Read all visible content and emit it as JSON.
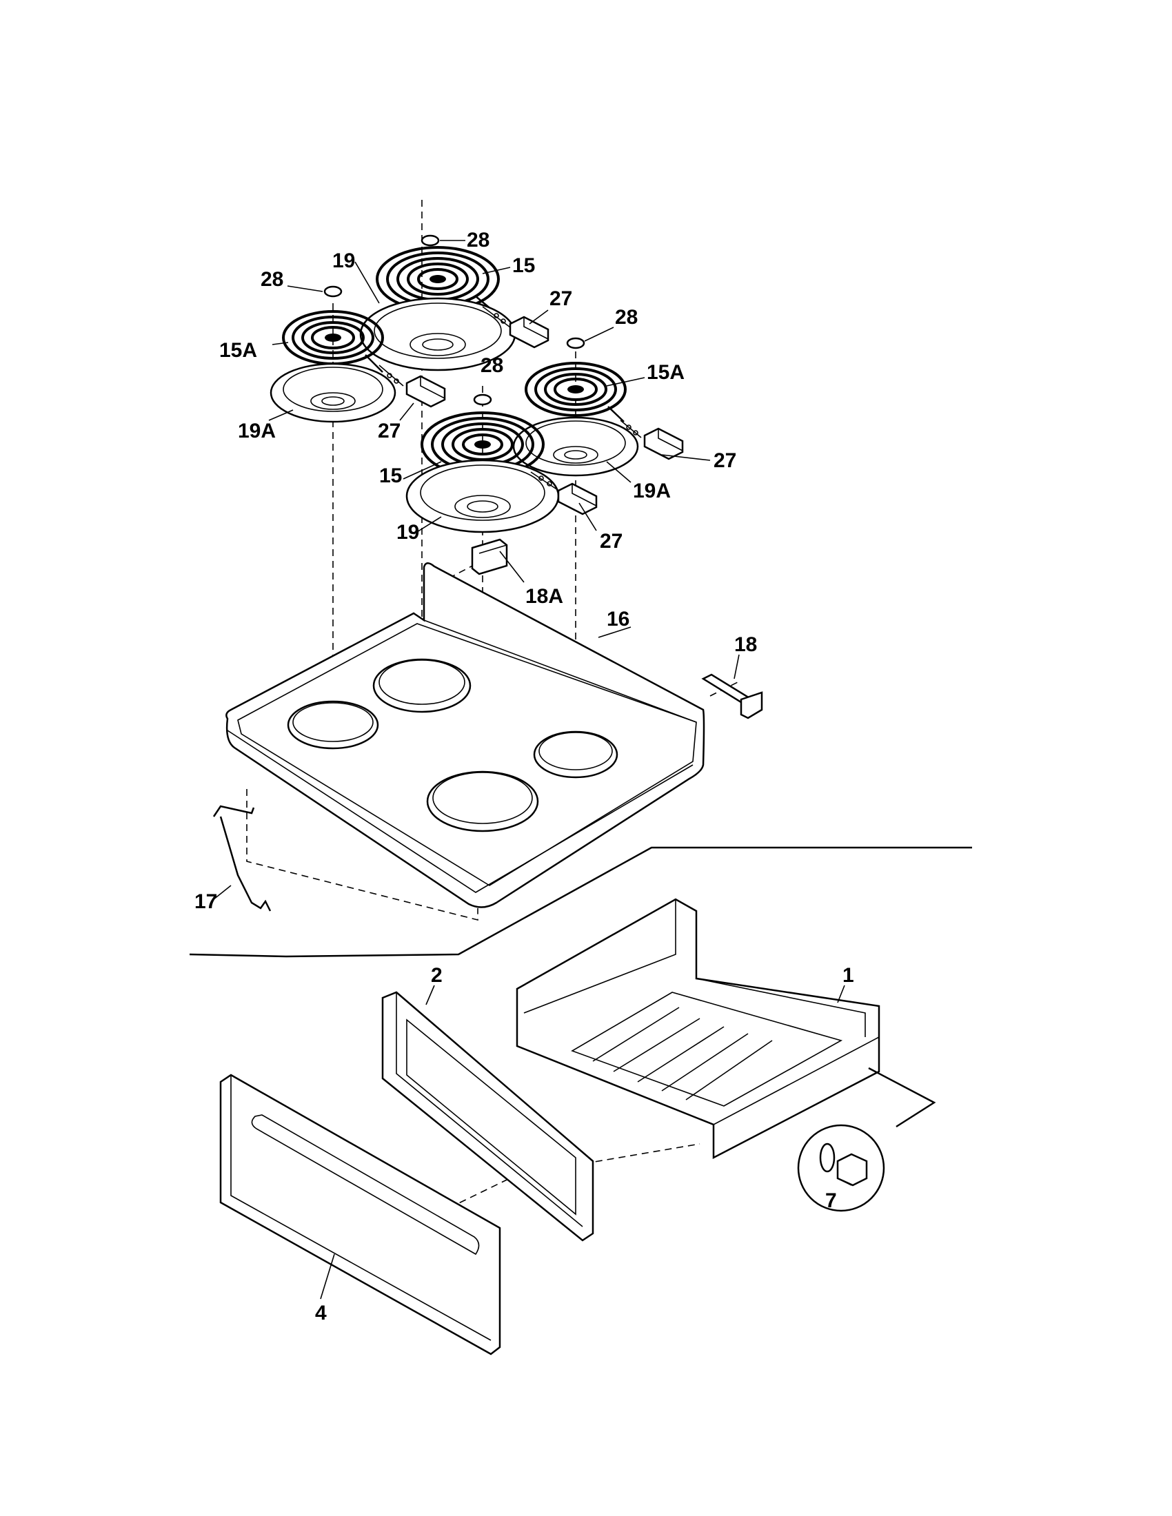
{
  "diagram": {
    "labels": {
      "cap_rear_center": "28",
      "pan_rear_large": "19",
      "element_rear_large": "15",
      "cap_left": "28",
      "receptacle_rear_large": "27",
      "cap_right": "28",
      "element_left_small": "15A",
      "cap_center_front": "28",
      "element_right_small": "15A",
      "pan_left_small": "19A",
      "receptacle_left": "27",
      "receptacle_right": "27",
      "element_front_large": "15",
      "pan_right_small": "19A",
      "pan_front_large": "19",
      "receptacle_front": "27",
      "bracket_rear": "18A",
      "cooktop": "16",
      "bracket_side": "18",
      "hinge_rod": "17",
      "drawer_liner": "2",
      "drawer_body": "1",
      "drawer_front": "4",
      "drawer_roller": "7"
    }
  }
}
